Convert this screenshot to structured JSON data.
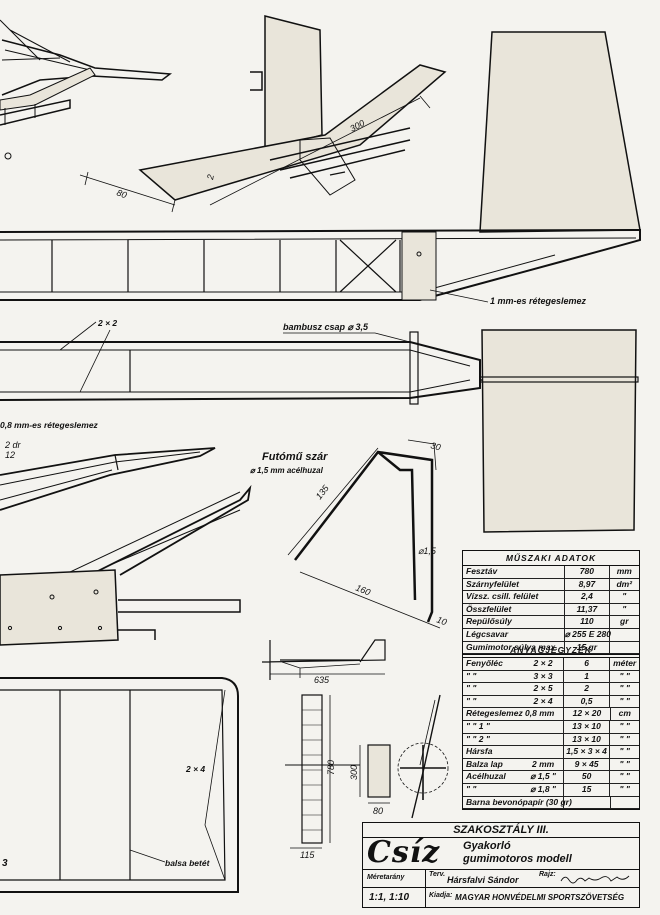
{
  "labels": {
    "span_dim": "300",
    "chord_dim": "80",
    "plywood_1mm": "1 mm-es rétegeslemez",
    "bamboo_pin": "bambusz csap ⌀ 3,5",
    "strip_2x2": "2 × 2",
    "plywood_08mm": "0,8 mm-es rétegeslemez",
    "landing_gear_title": "Futómű szár",
    "landing_gear_wire": "⌀ 1,5 mm acélhuzal",
    "gear_dim_135": "135",
    "gear_dim_160": "160",
    "gear_dim_30": "30",
    "gear_dim_15": "⌀1,5",
    "gear_dim_10": "10",
    "dim_635": "635",
    "dim_780": "780",
    "dim_300b": "300",
    "dim_80b": "80",
    "dim_115": "115",
    "wing_strip": "2 × 4",
    "balsa_fill": "balsa betét",
    "sheet_no": "3"
  },
  "tech_data": {
    "title": "MŰSZAKI ADATOK",
    "rows": [
      {
        "name": "Fesztáv",
        "value": "780",
        "unit": "mm"
      },
      {
        "name": "Szárnyfelület",
        "value": "8,97",
        "unit": "dm²"
      },
      {
        "name": "Vízsz. csill. felület",
        "value": "2,4",
        "unit": "\""
      },
      {
        "name": "Összfelület",
        "value": "11,37",
        "unit": "\""
      },
      {
        "name": "Repülősúly",
        "value": "110",
        "unit": "gr"
      },
      {
        "name": "Légcsavar",
        "value": "⌀ 255 E 280",
        "unit": ""
      },
      {
        "name": "Gumimotor súlya max.",
        "value": "15 gr",
        "unit": ""
      }
    ]
  },
  "materials": {
    "title": "ANYAGJEGYZÉK",
    "rows": [
      {
        "name": "Fenyőléc",
        "size": "2 × 2",
        "qty": "6",
        "unit": "méter"
      },
      {
        "name": "\" \"",
        "size": "3 × 3",
        "qty": "1",
        "unit": "\" \""
      },
      {
        "name": "\" \"",
        "size": "2 × 5",
        "qty": "2",
        "unit": "\" \""
      },
      {
        "name": "\" \"",
        "size": "2 × 4",
        "qty": "0,5",
        "unit": "\" \""
      },
      {
        "name": "Rétegeslemez 0,8 mm",
        "size": "",
        "qty": "12 × 20",
        "unit": "cm"
      },
      {
        "name": "\" \" 1 \"",
        "size": "",
        "qty": "13 × 10",
        "unit": "\" \""
      },
      {
        "name": "\" \" 2 \"",
        "size": "",
        "qty": "13 × 10",
        "unit": "\" \""
      },
      {
        "name": "Hársfa",
        "size": "",
        "qty": "1,5 × 3 × 4",
        "unit": "\" \""
      },
      {
        "name": "Balza lap",
        "size": "2 mm",
        "qty": "9 × 45",
        "unit": "\" \""
      },
      {
        "name": "Acélhuzal",
        "size": "⌀ 1,5 \"",
        "qty": "50",
        "unit": "\" \""
      },
      {
        "name": "\" \"",
        "size": "⌀ 1,8 \"",
        "qty": "15",
        "unit": "\" \""
      },
      {
        "name": "Barna bevonópapír (30 gr)",
        "size": "",
        "qty": "",
        "unit": ""
      }
    ]
  },
  "title_block": {
    "class": "SZAKOSZTÁLY III.",
    "model_name": "Csíz",
    "subtitle_1": "Gyakorló",
    "subtitle_2": "gumimotoros modell",
    "scale_label": "Méretarány",
    "designer_label": "Terv.",
    "designer": "Hársfalvi Sándor",
    "drawn_label": "Rajz:",
    "scale": "1:1, 1:10",
    "publisher_label": "Kiadja:",
    "publisher": "MAGYAR HONVÉDELMI SPORTSZÖVETSÉG"
  }
}
